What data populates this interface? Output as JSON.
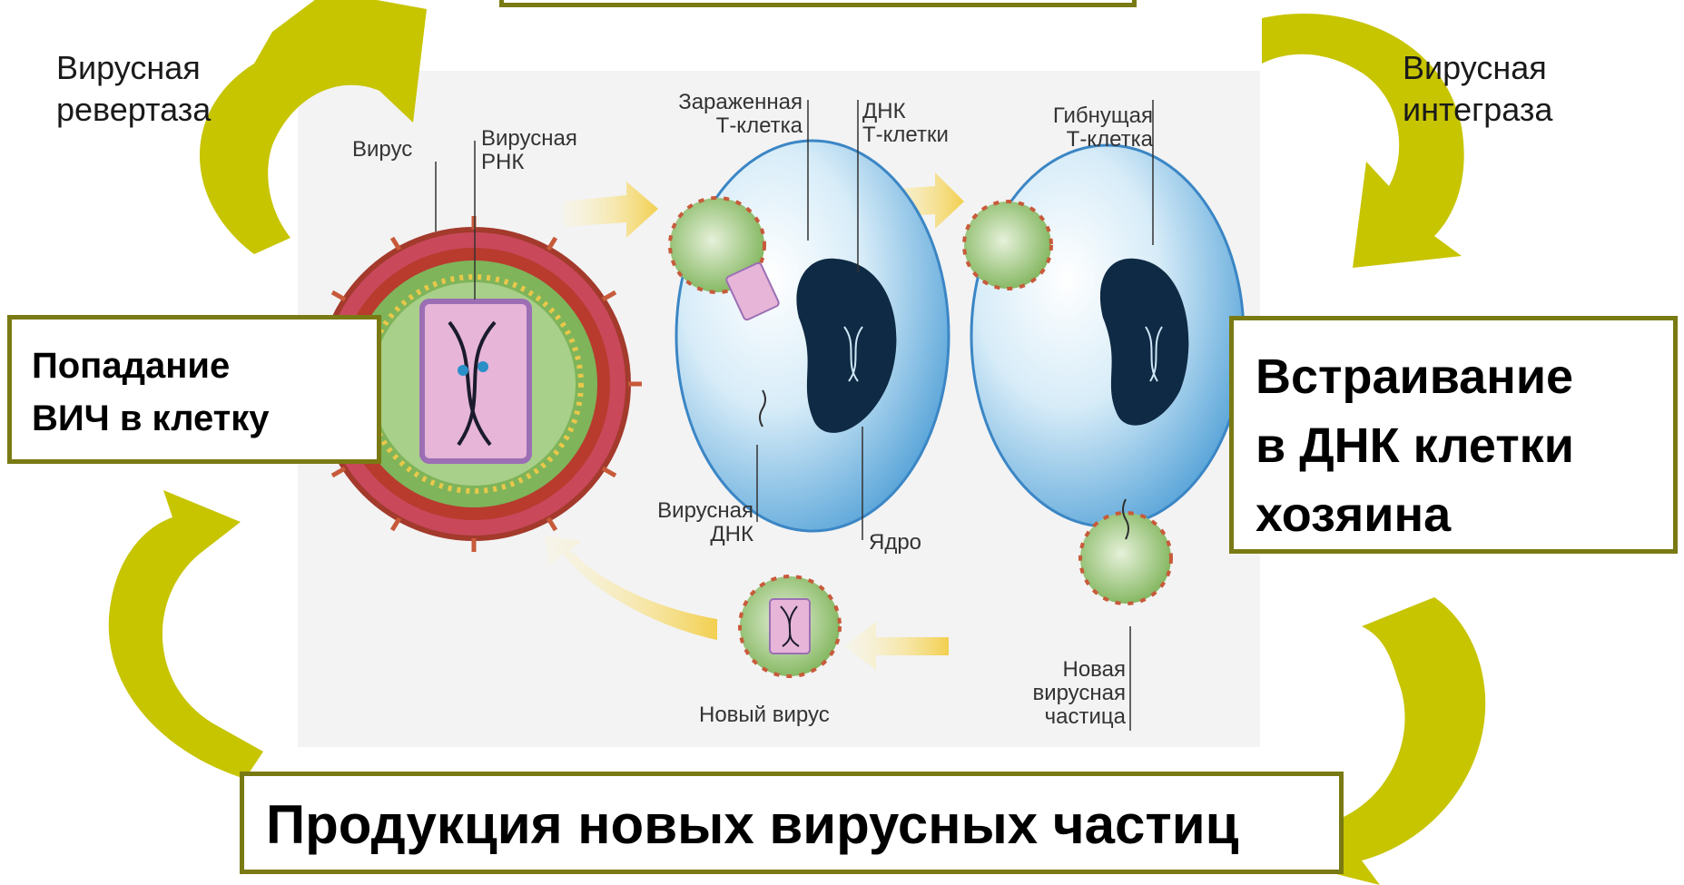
{
  "boxes": {
    "entry": "Попадание\nВИЧ в клетку",
    "integration": "Встраивание\nв ДНК клетки\nхозяина",
    "production": "Продукция новых вирусных частиц"
  },
  "enzymes": {
    "reverse_transcriptase": "Вирусная\nревертаза",
    "integrase": "Вирусная\nинтеграза"
  },
  "diagram_labels": {
    "virus": "Вирус",
    "viral_rna": "Вирусная\nРНК",
    "infected_t_cell": "Зараженная\nТ-клетка",
    "t_cell_dna": "ДНК\nТ-клетки",
    "dying_t_cell": "Гибнущая\nТ-клетка",
    "viral_dna": "Вирусная\nДНК",
    "nucleus": "Ядро",
    "new_viral_particle": "Новая\nвирусная\nчастица",
    "new_virus": "Новый вирус"
  },
  "colors": {
    "cycle_arrow": "#c7c400",
    "box_border": "#7a7a14",
    "cell_blue": "#8ec6ea",
    "nucleus": "#0f2a44",
    "virus_green": "#8cbf6a",
    "virus_red": "#b83b2e",
    "flow_arrow": "#f5d86a"
  }
}
